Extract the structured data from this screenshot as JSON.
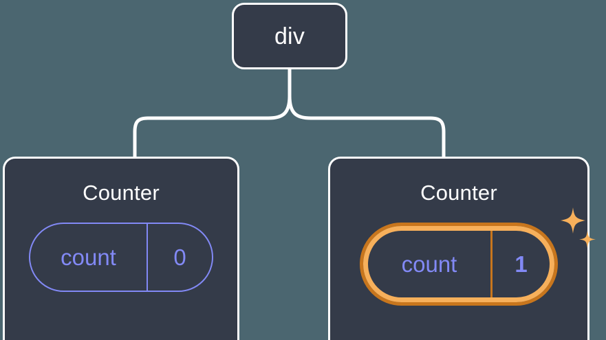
{
  "diagram": {
    "type": "component-tree",
    "background_color": "#4b6670",
    "node_fill_color": "#343b49",
    "node_border_color": "#ffffff",
    "connector_color": "#ffffff",
    "accent_purple": "#8289f5",
    "highlight_outer_orange": "#c8761d",
    "highlight_inner_orange": "#f7b05b"
  },
  "root": {
    "label": "div"
  },
  "children": [
    {
      "title": "Counter",
      "state": {
        "key": "count",
        "value": "0"
      },
      "highlighted": false
    },
    {
      "title": "Counter",
      "state": {
        "key": "count",
        "value": "1"
      },
      "highlighted": true,
      "sparkle_icon": "sparkles-icon"
    }
  ]
}
